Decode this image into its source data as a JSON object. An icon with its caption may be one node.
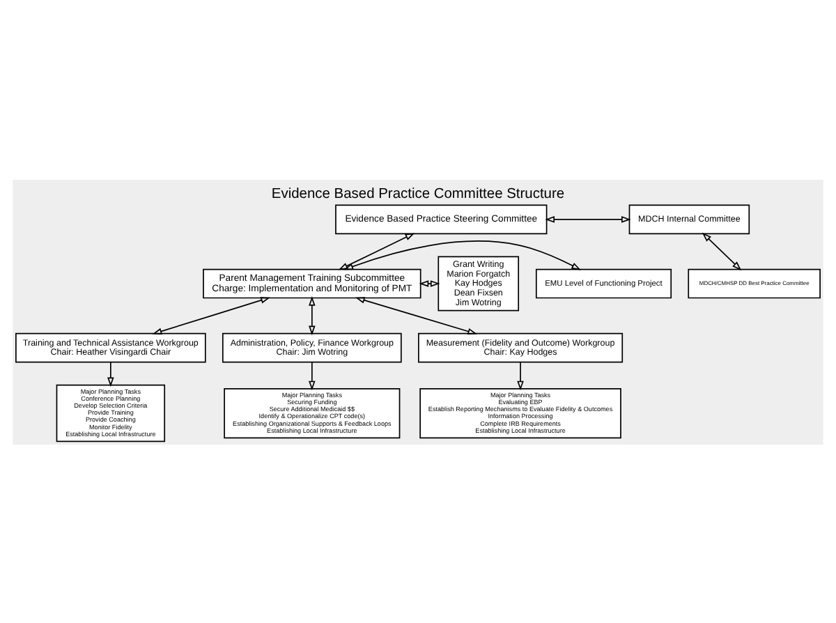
{
  "diagram": {
    "title": "Evidence Based Practice Committee Structure",
    "nodes": [
      {
        "text": [
          "MDCH Internal Committee"
        ]
      },
      {
        "text": [
          "MDCH/CMHSP DD Best Practice Committee"
        ]
      },
      {
        "text": [
          "Evidence Based Practice Steering Committee"
        ]
      },
      {
        "text": [
          "Grant Writing",
          "Marion Forgatch",
          "Kay Hodges",
          "Dean Fixsen",
          "Jim Wotring"
        ]
      },
      {
        "text": [
          "Parent Management Training Subcommittee",
          "Charge: Implementation and Monitoring of PMT"
        ]
      },
      {
        "text": [
          "EMU Level of Functioning Project"
        ]
      },
      {
        "text": [
          "Training and Technical Assistance Workgroup",
          "Chair: Heather Visingardi Chair"
        ]
      },
      {
        "text": [
          "Administration, Policy, Finance Workgroup",
          "Chair: Jim Wotring"
        ]
      },
      {
        "text": [
          "Measurement (Fidelity and Outcome) Workgroup",
          "Chair: Kay Hodges"
        ]
      },
      {
        "text": [
          "Major Planning Tasks",
          "Conference Planning",
          "Develop Selection Criteria",
          "Provide Training",
          "Provide Coaching",
          "Monitor Fidelity",
          "Establishing Local Infrastructure"
        ]
      },
      {
        "text": [
          "Major Planning Tasks",
          "Securing Funding",
          "Secure Additional Medicaid $$",
          "Identify & Operationalize CPT code(s)",
          "Establishing Organizational Supports & Feedback Loops",
          "Establishing Local Infrastructure"
        ]
      },
      {
        "text": [
          "Major Planning Tasks",
          "Evaluating EBP",
          "Establish Reporting Mechanisms to Evaluate Fidelity & Outcomes",
          "Information Processing",
          "Complete IRB Requirements",
          "Establishing Local Infrastructure"
        ]
      }
    ],
    "edges": [
      {
        "from": 2,
        "to": 0,
        "arrow": "both"
      },
      {
        "from": 0,
        "to": 1,
        "arrow": "both"
      },
      {
        "from": 2,
        "to": 4,
        "arrow": "both"
      },
      {
        "from": 4,
        "to": 3,
        "arrow": "both"
      },
      {
        "from": 4,
        "to": 5,
        "arrow": "both"
      },
      {
        "from": 4,
        "to": 6,
        "arrow": "both"
      },
      {
        "from": 4,
        "to": 7,
        "arrow": "both"
      },
      {
        "from": 4,
        "to": 8,
        "arrow": "both"
      },
      {
        "from": 6,
        "to": 9,
        "arrow": "to"
      },
      {
        "from": 7,
        "to": 10,
        "arrow": "to"
      },
      {
        "from": 8,
        "to": 11,
        "arrow": "to"
      }
    ]
  }
}
